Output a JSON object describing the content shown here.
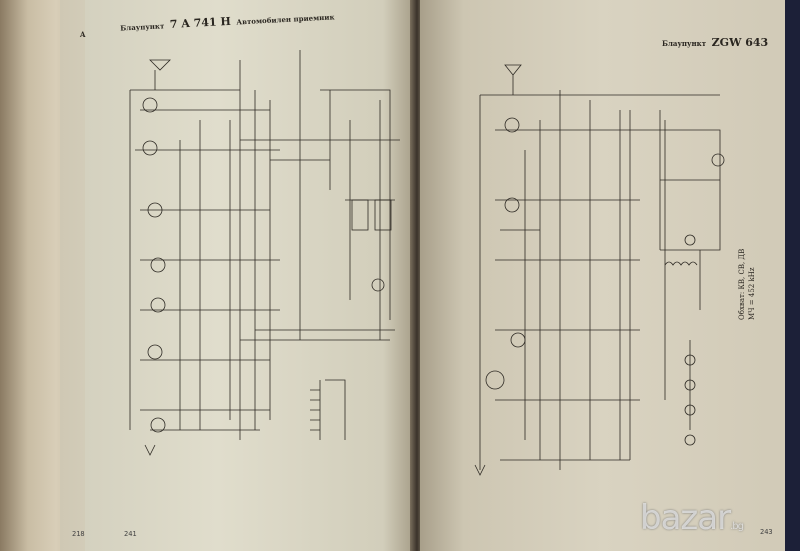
{
  "left_page": {
    "edge_letter": "A",
    "header_prefix": "Блаупункт",
    "model": "7 A 741 H",
    "header_suffix": "Автомобилен приемник",
    "page_number_outer": "218",
    "page_number": "241"
  },
  "right_page": {
    "header_prefix": "Блаупункт",
    "model": "ZGW 643",
    "range_note": "Обхват: КВ, СВ, ДВ",
    "if_note": "МЧ = 452 kHz",
    "page_number": "243"
  },
  "watermark": {
    "text": "bazar",
    "suffix": ".bg"
  },
  "colors": {
    "ink": "#2a2620",
    "paper": "#dcd8c6"
  }
}
